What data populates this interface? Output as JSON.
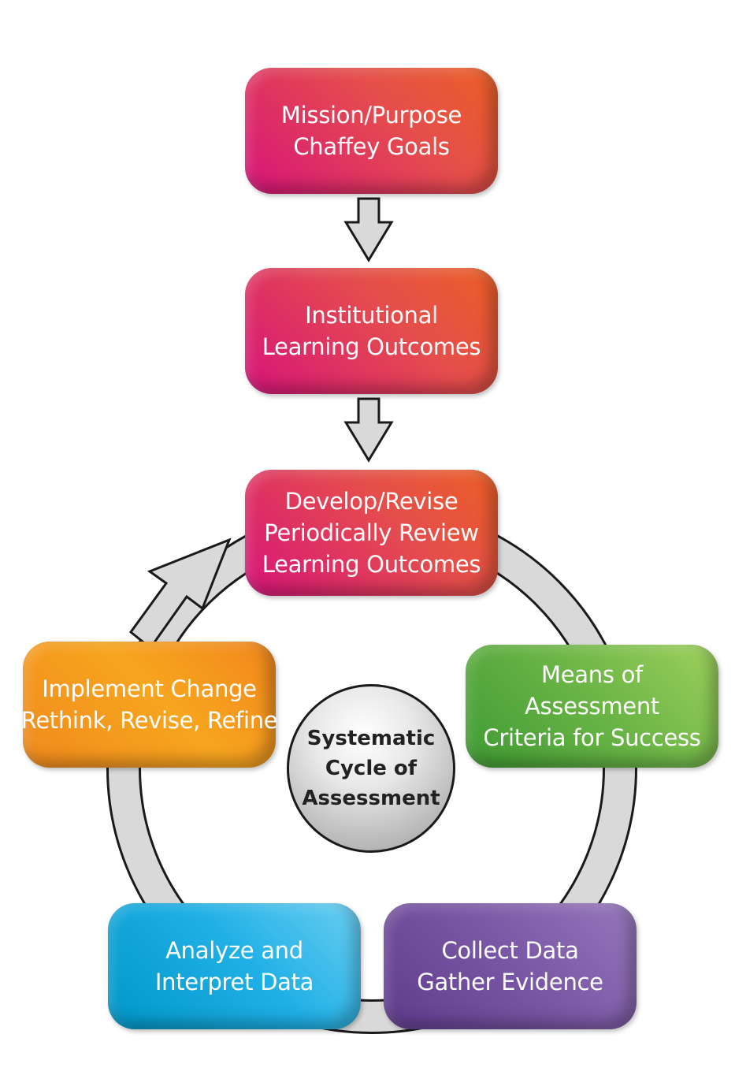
{
  "boxes": {
    "mission": {
      "lines": [
        "Mission/Purpose",
        "Chaffey Goals"
      ]
    },
    "ilo": {
      "lines": [
        "Institutional",
        "Learning Outcomes"
      ]
    },
    "develop": {
      "lines": [
        "Develop/Revise",
        "Periodically Review",
        "Learning Outcomes"
      ]
    },
    "means": {
      "lines": [
        "Means of",
        "Assessment",
        "Criteria for Success"
      ]
    },
    "collect": {
      "lines": [
        "Collect Data",
        "Gather Evidence"
      ]
    },
    "analyze": {
      "lines": [
        "Analyze and",
        "Interpret Data"
      ]
    },
    "implement": {
      "lines": [
        "Implement Change",
        "Rethink, Revise, Refine"
      ]
    }
  },
  "center": {
    "lines": [
      "Systematic",
      "Cycle of",
      "Assessment"
    ]
  },
  "colors": {
    "magenta": "#d7147a",
    "orange_red": "#ec6025",
    "green": "#6db647",
    "purple": "#7c59a6",
    "blue": "#20b0e6",
    "orange": "#f7a51f",
    "arrow_fill": "#d9d9d9",
    "arrow_stroke": "#1a1a1a"
  }
}
